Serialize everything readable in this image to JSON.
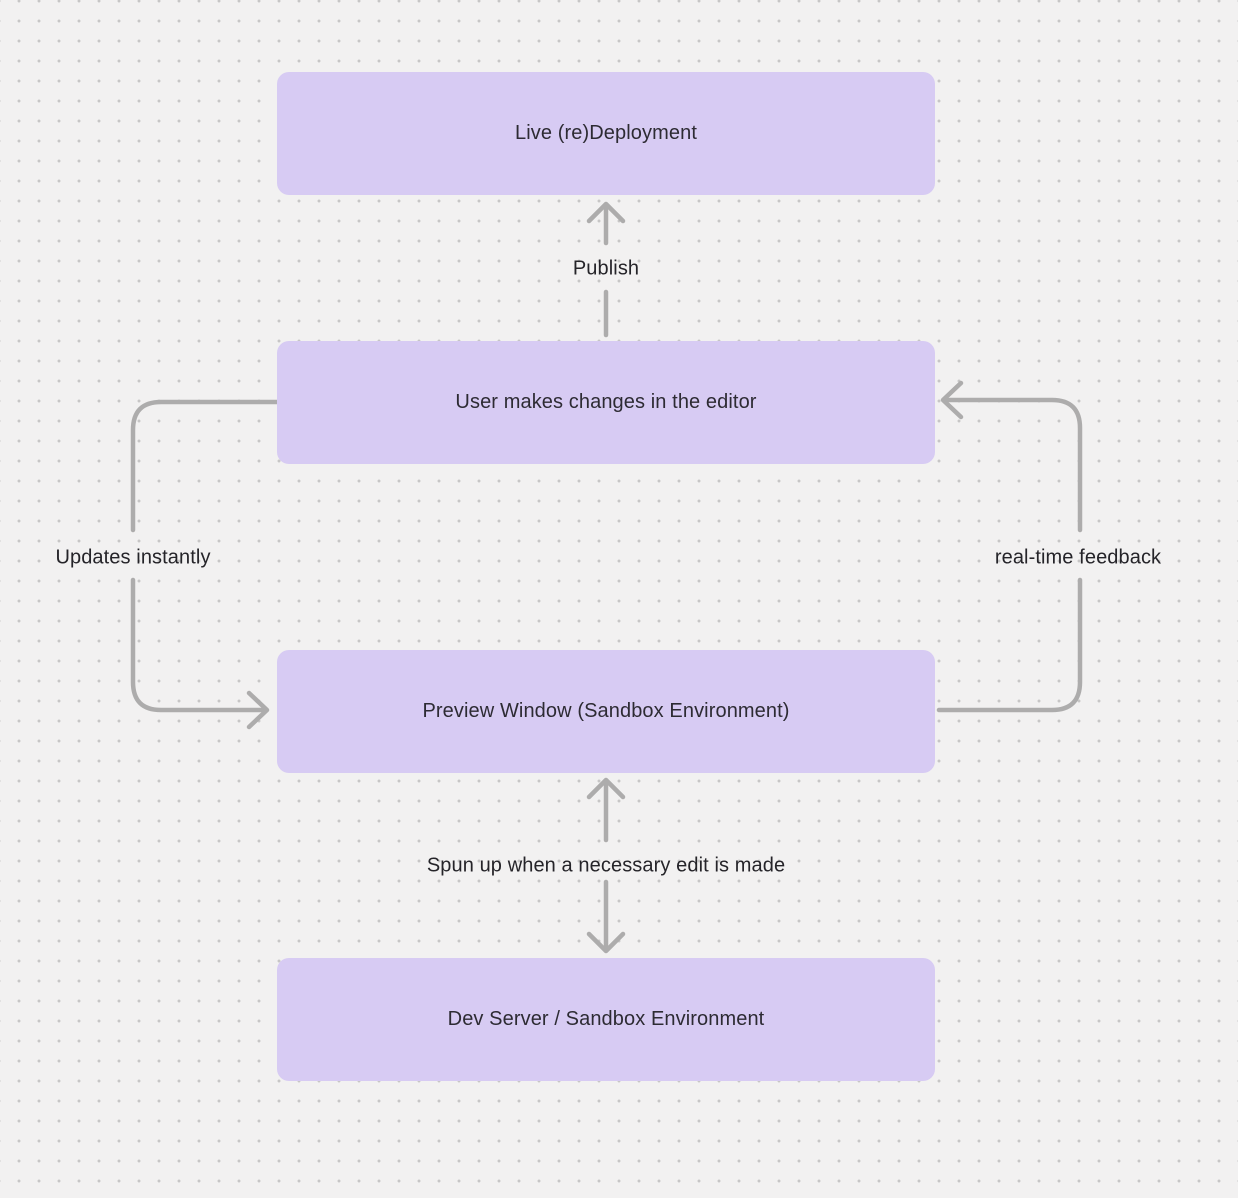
{
  "diagram": {
    "title": "editor-deployment-flow",
    "palette": {
      "background": "#F2F1F1",
      "dot_grid": "#C7C6C6",
      "node_fill": "#D7CBF3",
      "node_text": "#2D2B33",
      "connector": "#ADACAC",
      "label_text": "#252429"
    },
    "nodes": [
      {
        "id": "live-redeployment",
        "label": "Live (re)Deployment"
      },
      {
        "id": "user-changes",
        "label": "User makes changes in the editor"
      },
      {
        "id": "preview-window",
        "label": "Preview Window (Sandbox Environment)"
      },
      {
        "id": "dev-server",
        "label": "Dev Server / Sandbox Environment"
      }
    ],
    "edges": [
      {
        "id": "publish",
        "label": "Publish",
        "from": "user-changes",
        "to": "live-redeployment",
        "direction": "up"
      },
      {
        "id": "updates-instantly",
        "label": "Updates instantly",
        "from": "user-changes",
        "to": "preview-window",
        "direction": "left-loop-down"
      },
      {
        "id": "real-time-feedback",
        "label": "real-time feedback",
        "from": "preview-window",
        "to": "user-changes",
        "direction": "right-loop-up"
      },
      {
        "id": "spun-up",
        "label": "Spun up when a necessary edit is made",
        "from": "preview-window",
        "to": "dev-server",
        "direction": "bidirectional"
      }
    ]
  }
}
